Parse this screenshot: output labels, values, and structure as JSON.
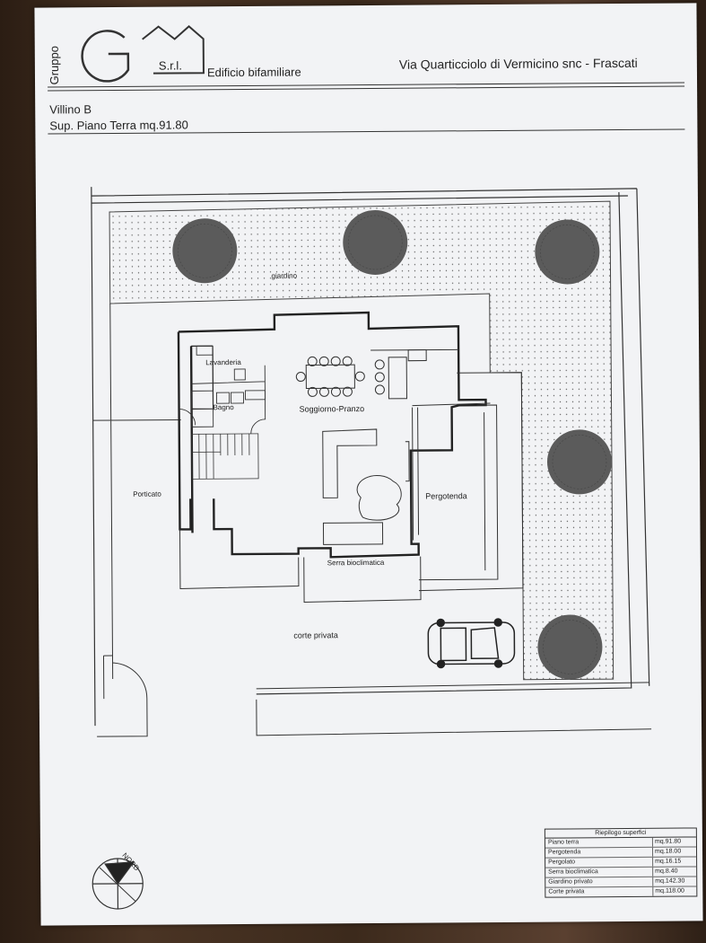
{
  "header": {
    "company_group": "Gruppo",
    "company_suffix": "S.r.l.",
    "project_type": "Edificio bifamiliare",
    "address": "Via Quarticciolo di Vermicino snc - Frascati",
    "villa_name": "Villino B",
    "surface": "Sup. Piano Terra mq.91.80"
  },
  "plan_labels": {
    "garden": "giardino",
    "laundry": "Lavanderia",
    "bathroom": "Bagno",
    "living_dining": "Soggiorno-Pranzo",
    "porch": "Porticato",
    "pergola_tent": "Pergotenda",
    "bioclimatic_greenhouse": "Serra bioclimatica",
    "private_yard": "corte privata"
  },
  "north": "NORD",
  "summary": {
    "title": "Riepilogo superfici",
    "rows": [
      {
        "label": "Piano terra",
        "value": "mq.91.80"
      },
      {
        "label": "Pergotenda",
        "value": "mq.18.00"
      },
      {
        "label": "Pergolato",
        "value": "mq.16.15"
      },
      {
        "label": "Serra bioclimatica",
        "value": "mq.8.40"
      },
      {
        "label": "Giardino privato",
        "value": "mq.142.30"
      },
      {
        "label": "Corte privata",
        "value": "mq.118.00"
      }
    ]
  },
  "colors": {
    "ink": "#222222",
    "tree": "#5b5b5b",
    "paper": "#f2f3f5"
  }
}
